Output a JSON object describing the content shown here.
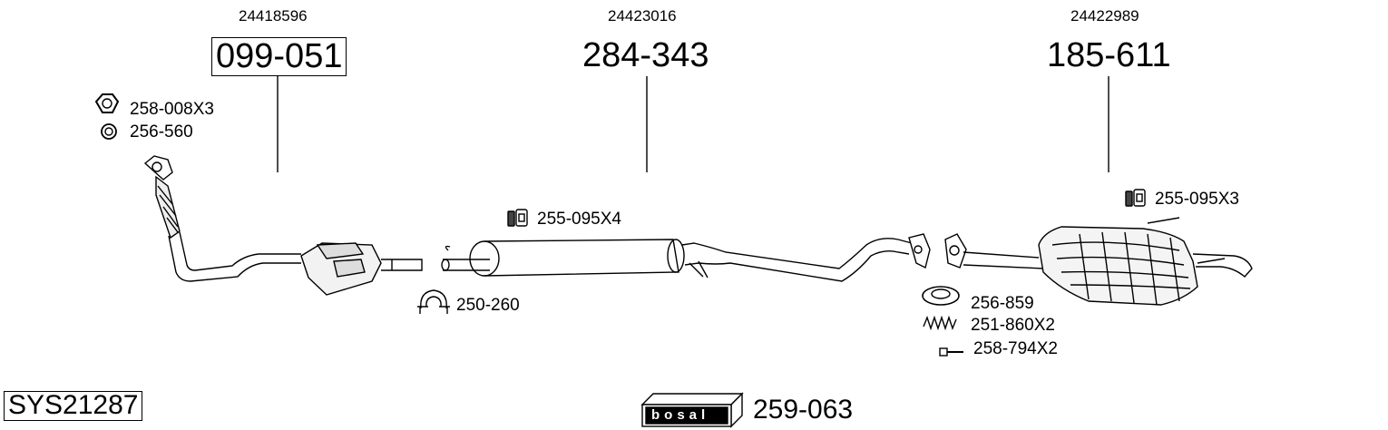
{
  "diagram": {
    "parts": [
      {
        "oem": "24418596",
        "number": "099-051"
      },
      {
        "oem": "24423016",
        "number": "284-343"
      },
      {
        "oem": "24422989",
        "number": "185-611"
      }
    ],
    "accessories": [
      {
        "label": "258-008X3",
        "icon": "nut-icon"
      },
      {
        "label": "256-560",
        "icon": "ring-gasket-icon"
      },
      {
        "label": "255-095X4",
        "icon": "rubber-mount-icon"
      },
      {
        "label": "250-260",
        "icon": "pipe-clamp-icon"
      },
      {
        "label": "255-095X3",
        "icon": "rubber-mount-icon"
      },
      {
        "label": "256-859",
        "icon": "cone-gasket-icon"
      },
      {
        "label": "251-860X2",
        "icon": "spring-icon"
      },
      {
        "label": "258-794X2",
        "icon": "bolt-icon"
      }
    ],
    "system_code": "SYS21287",
    "brand": "bosal",
    "kit_number": "259-063"
  }
}
